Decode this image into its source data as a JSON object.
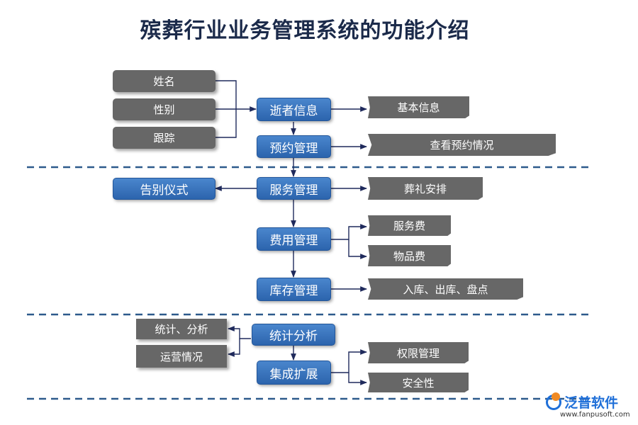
{
  "title": "殡葬行业业务管理系统的功能介绍",
  "modules": {
    "sisters": "逝者信息",
    "appointment": "预约管理",
    "service": "服务管理",
    "fee": "费用管理",
    "inventory": "库存管理",
    "stats": "统计分析",
    "integration": "集成扩展"
  },
  "inputs": {
    "name": "姓名",
    "gender": "性别",
    "tracking": "跟踪"
  },
  "outputs": {
    "basic_info": "基本信息",
    "view_appointment": "查看预约情况",
    "farewell": "告别仪式",
    "funeral": "葬礼安排",
    "service_fee": "服务费",
    "goods_fee": "物品费",
    "stock_ops": "入库、出库、盘点",
    "stats_analysis": "统计、分析",
    "operations": "运营情况",
    "permissions": "权限管理",
    "security": "安全性"
  },
  "brand": {
    "name": "泛普软件",
    "url": "www.fanpusoft.com"
  },
  "colors": {
    "module": "#2c64ad",
    "item": "#676767",
    "arrow": "#1f2a5c",
    "dashed": "#2d5a8c"
  }
}
